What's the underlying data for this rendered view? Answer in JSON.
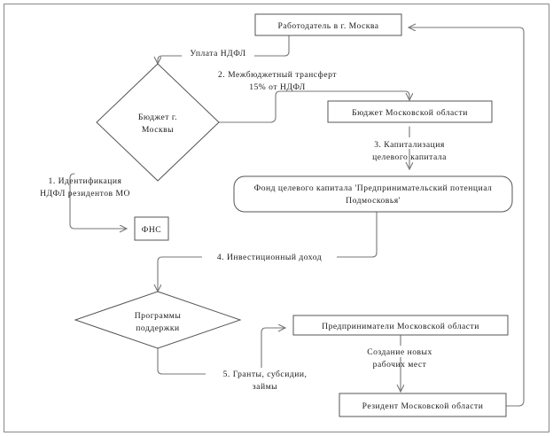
{
  "diagram": {
    "title_region": "flowchart",
    "colors": {
      "shape_stroke": "#555555",
      "connector_stroke": "#777777",
      "frame_stroke": "#888888",
      "text": "#1a1a1a",
      "background": "#ffffff"
    },
    "nodes": [
      {
        "id": "employer",
        "shape": "rectangle",
        "lines": [
          "Работодатель в г. Москва"
        ]
      },
      {
        "id": "moscow-budget",
        "shape": "diamond",
        "lines": [
          "Бюджет г.",
          "Москвы"
        ]
      },
      {
        "id": "mo-budget",
        "shape": "rectangle",
        "lines": [
          "Бюджет Московской области"
        ]
      },
      {
        "id": "endowment-fund",
        "shape": "rounded-rectangle",
        "lines": [
          "Фонд целевого капитала 'Предпринимательский потенциал",
          "Подмосковья'"
        ]
      },
      {
        "id": "fns",
        "shape": "rectangle",
        "lines": [
          "ФНС"
        ]
      },
      {
        "id": "support-programs",
        "shape": "diamond",
        "lines": [
          "Программы",
          "поддержки"
        ]
      },
      {
        "id": "entrepreneurs",
        "shape": "rectangle",
        "lines": [
          "Предприниматели Московской области"
        ]
      },
      {
        "id": "resident",
        "shape": "rectangle",
        "lines": [
          "Резидент Московской области"
        ]
      }
    ],
    "edge_labels": [
      {
        "id": "tax-payment",
        "lines": [
          "Уплата НДФЛ"
        ]
      },
      {
        "id": "step-1",
        "lines": [
          "1. Идентификация",
          "НДФЛ резидентов МО"
        ]
      },
      {
        "id": "step-2",
        "lines": [
          "2. Межбюджетный трансферт",
          "15% от НДФЛ"
        ]
      },
      {
        "id": "step-3",
        "lines": [
          "3. Капитализация",
          "целевого капитала"
        ]
      },
      {
        "id": "step-4",
        "lines": [
          "4. Инвестиционный доход"
        ]
      },
      {
        "id": "step-5",
        "lines": [
          "5. Гранты, субсидии,",
          "займы"
        ]
      },
      {
        "id": "new-jobs",
        "lines": [
          "Создание новых",
          "рабочих мест"
        ]
      }
    ]
  }
}
